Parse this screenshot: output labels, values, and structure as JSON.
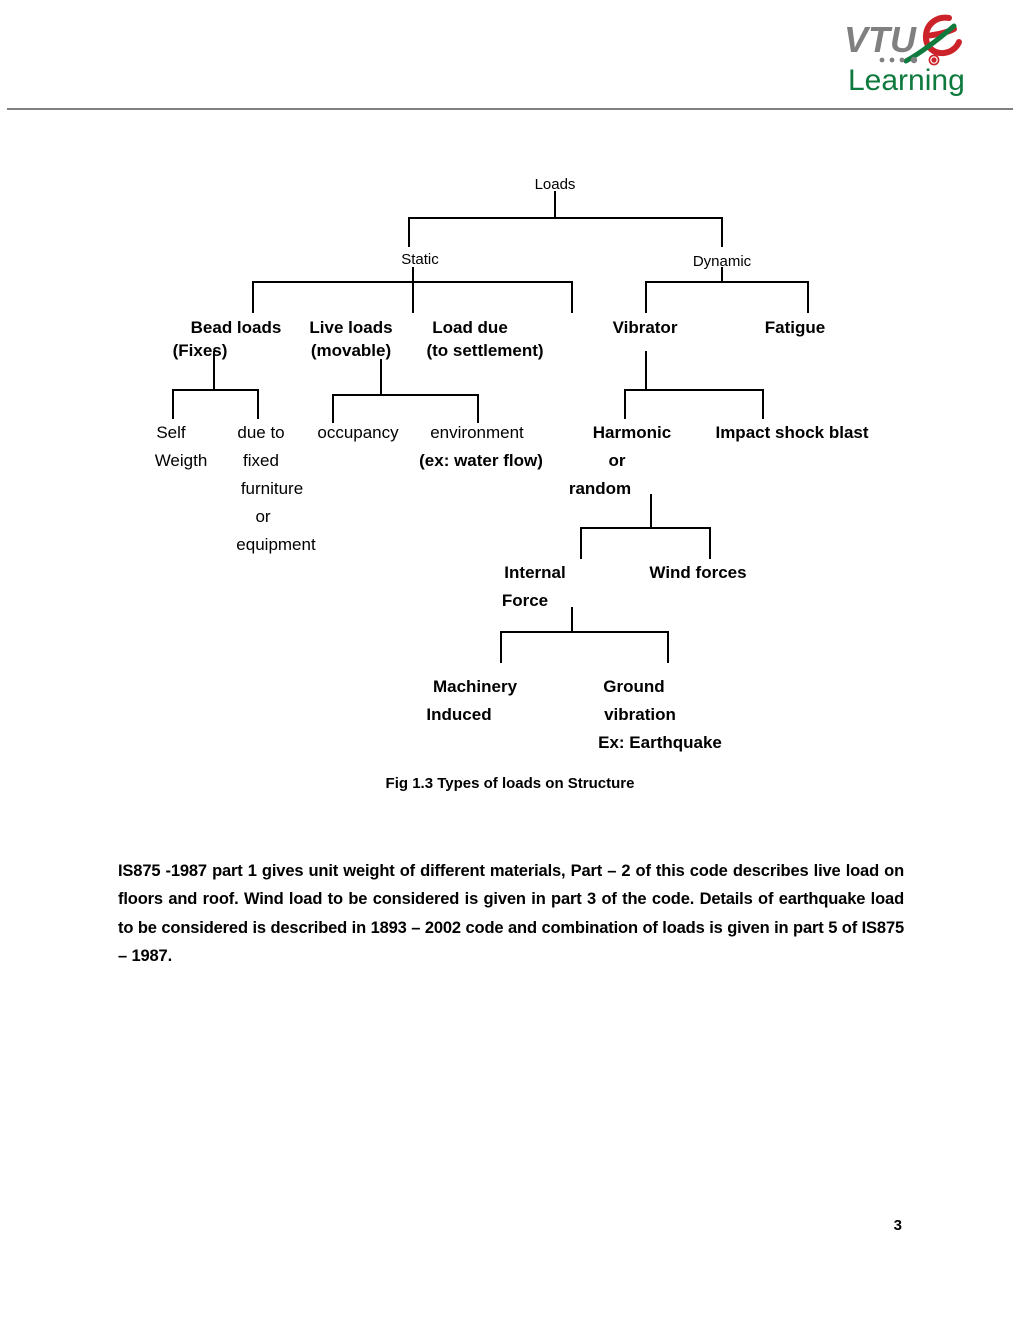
{
  "header": {
    "logo": {
      "name": "vtu-elearning-logo",
      "line1": "VTU",
      "line2": "Learning",
      "accent_e": "e",
      "colors": {
        "vtu_gray": "#808080",
        "e_red": "#cc2229",
        "learning_green": "#0f7a3d",
        "swoosh_green": "#0f7a3d",
        "dot_gray": "#808080",
        "dot_red": "#cc2229"
      }
    },
    "rule_color": "#808080"
  },
  "diagram": {
    "title": "Types of loads on Structure tree",
    "nodes": {
      "root": "Loads",
      "static": "Static",
      "dynamic": "Dynamic",
      "bead_loads_l1": "Bead loads",
      "bead_loads_l2": "(Fixes)",
      "live_loads_l1": "Live loads",
      "live_loads_l2": "(movable)",
      "load_due_l1": "Load due",
      "load_due_l2": "(to settlement)",
      "vibrator": "Vibrator",
      "fatigue": "Fatigue",
      "self_weight_l1": "Self",
      "self_weight_l2": "Weigth",
      "due_to_l1": "due to",
      "due_to_l2": "fixed",
      "due_to_l3": "furniture",
      "due_to_l4": "or",
      "due_to_l5": "equipment",
      "occupancy": "occupancy",
      "environment_l1": "environment",
      "environment_l2": "(ex: water flow)",
      "harmonic_l1": "Harmonic",
      "harmonic_l2": "or",
      "harmonic_l3": "random",
      "impact": "Impact shock blast",
      "internal_force_l1": "Internal",
      "internal_force_l2": "Force",
      "wind_forces": "Wind forces",
      "machinery_l1": "Machinery",
      "machinery_l2": "Induced",
      "ground_l1": "Ground",
      "ground_l2": "vibration",
      "ground_l3": "Ex: Earthquake"
    }
  },
  "caption": {
    "text": "Fig 1.3 Types of loads on Structure"
  },
  "body": {
    "paragraph": "IS875 -1987 part 1 gives  unit weight of different materials, Part – 2 of this code describes live load on floors and roof.  Wind load to be considered is given in part 3 of the code.  Details of earthquake load to be considered is described in 1893 – 2002 code and combination of loads is given in part 5 of IS875 – 1987."
  },
  "footer": {
    "page_number": "3"
  }
}
